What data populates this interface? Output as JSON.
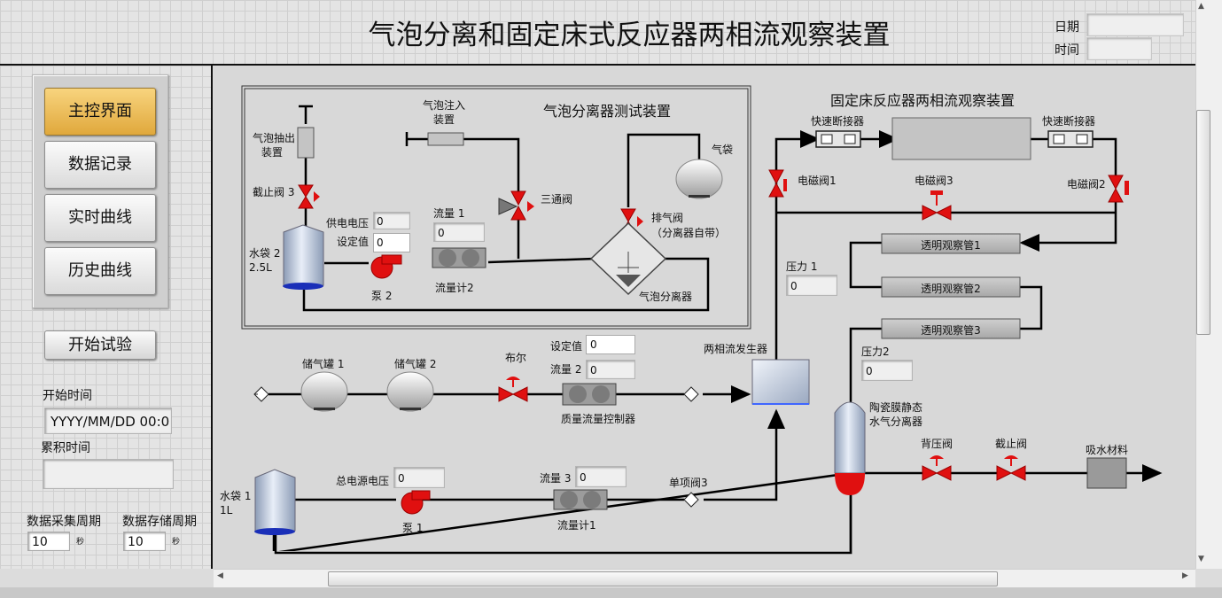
{
  "header": {
    "title": "气泡分离和固定床式反应器两相流观察装置",
    "date_label": "日期",
    "time_label": "时间"
  },
  "nav": {
    "items": [
      {
        "label": "主控界面",
        "active": true
      },
      {
        "label": "数据记录",
        "active": false
      },
      {
        "label": "实时曲线",
        "active": false
      },
      {
        "label": "历史曲线",
        "active": false
      }
    ]
  },
  "controls": {
    "start_button": "开始试验",
    "start_time_label": "开始时间",
    "start_time_value": "YYYY/MM/DD 00:0",
    "accum_time_label": "累积时间",
    "accum_time_value": "",
    "acq_period_label": "数据采集周期",
    "acq_period_value": "10",
    "acq_period_unit": "秒",
    "store_period_label": "数据存储周期",
    "store_period_value": "10",
    "store_period_unit": "秒"
  },
  "separator_panel": {
    "title": "气泡分离器测试装置",
    "bubble_extract_device": [
      "气泡抽出",
      "装置"
    ],
    "bubble_inject_device": [
      "气泡注入",
      "装置"
    ],
    "stop_valve_3": "截止阀 3",
    "three_way_valve": "三通阀",
    "gas_bag": "气袋",
    "exhaust_valve": "排气阀",
    "exhaust_valve_note": "（分离器自带）",
    "supply_voltage_label": "供电电压",
    "supply_voltage_value": "0",
    "setpoint_label": "设定值",
    "setpoint_value": "0",
    "flow1_label": "流量 1",
    "flow1_value": "0",
    "water_bag_2": "水袋 2",
    "water_bag_2_capacity": "2.5L",
    "pump_2": "泵 2",
    "flowmeter_2": "流量计2",
    "bubble_separator": "气泡分离器"
  },
  "reactor": {
    "title": "固定床反应器两相流观察装置",
    "quick_connector_left": "快速断接器",
    "quick_connector_right": "快速断接器",
    "solenoid_valve_1": "电磁阀1",
    "solenoid_valve_2": "电磁阀2",
    "solenoid_valve_3": "电磁阀3",
    "tube_1": "透明观察管1",
    "tube_2": "透明观察管2",
    "tube_3": "透明观察管3",
    "pressure1_label": "压力 1",
    "pressure1_value": "0",
    "pressure2_label": "压力2",
    "pressure2_value": "0",
    "ceramic_separator": [
      "陶瓷膜静态",
      "水气分离器"
    ],
    "back_pressure_valve": "背压阀",
    "stop_valve": "截止阀",
    "absorbent": "吸水材料"
  },
  "gas_line": {
    "tank_1": "储气罐 1",
    "tank_2": "储气罐 2",
    "bool_valve": "布尔",
    "setpoint_label": "设定值",
    "setpoint_value": "0",
    "flow2_label": "流量 2",
    "flow2_value": "0",
    "mass_flow_controller": "质量流量控制器",
    "two_phase_generator": "两相流发生器"
  },
  "water_line": {
    "water_bag_1": "水袋 1",
    "water_bag_1_capacity": "1L",
    "main_voltage_label": "总电源电压",
    "main_voltage_value": "0",
    "pump_1": "泵 1",
    "flow3_label": "流量 3",
    "flow3_value": "0",
    "flowmeter_1": "流量计1",
    "check_valve_3": "单项阀3"
  },
  "colors": {
    "valve_red": "#e01010",
    "nav_active": "#e9b850",
    "vessel_blue": "#b8c8e0"
  }
}
